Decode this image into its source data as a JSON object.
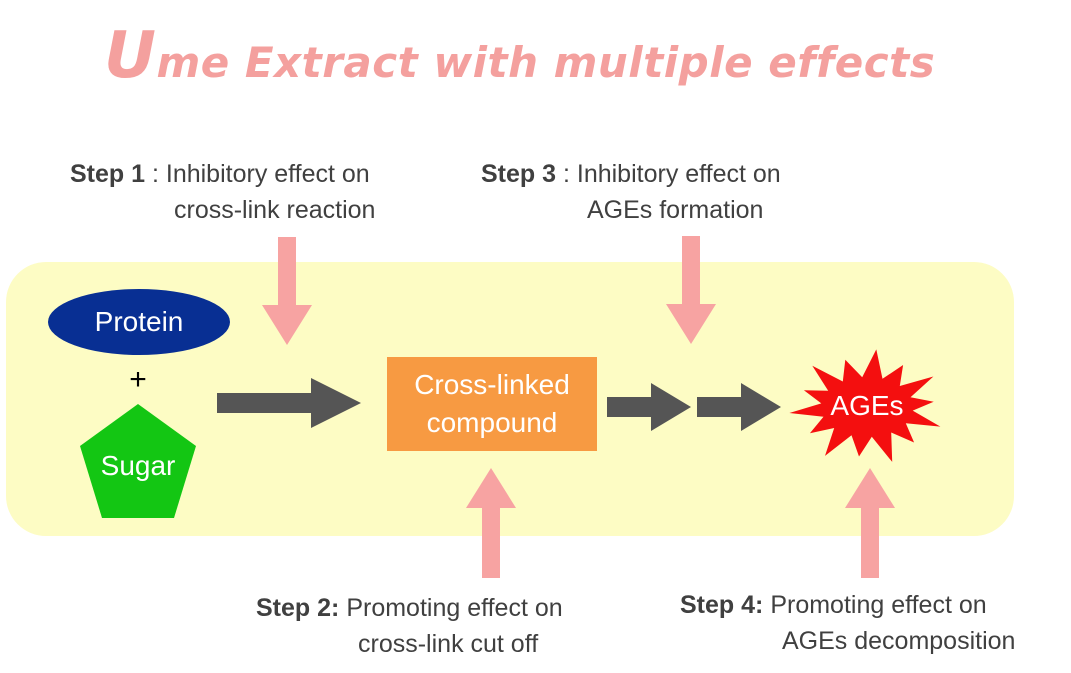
{
  "title": {
    "initial": "U",
    "rest": "me Extract with multiple effects"
  },
  "steps": [
    {
      "id": "step1",
      "label": "Step 1",
      "separator": " : ",
      "line1": "Inhibitory effect on",
      "line2": "cross-link reaction"
    },
    {
      "id": "step2",
      "label": "Step 2:",
      "separator": " ",
      "line1": "Promoting effect on",
      "line2": "cross-link cut off"
    },
    {
      "id": "step3",
      "label": "Step 3",
      "separator": " : ",
      "line1": "Inhibitory effect on",
      "line2": "AGEs formation"
    },
    {
      "id": "step4",
      "label": "Step 4:",
      "separator": " ",
      "line1": "Promoting effect on",
      "line2": "AGEs decomposition"
    }
  ],
  "nodes": {
    "protein": "Protein",
    "plus": "+",
    "sugar": "Sugar",
    "compound_line1": "Cross-linked",
    "compound_line2": "compound",
    "ages": "AGEs"
  },
  "colors": {
    "title": "#f4a09e",
    "panel_background": "#fdfcc4",
    "protein": "#082f93",
    "sugar": "#13c613",
    "compound": "#f79a42",
    "ages": "#f40f0f",
    "flow_arrow": "#555555",
    "effect_arrow": "#f7a3a2",
    "step_text": "#404040"
  }
}
